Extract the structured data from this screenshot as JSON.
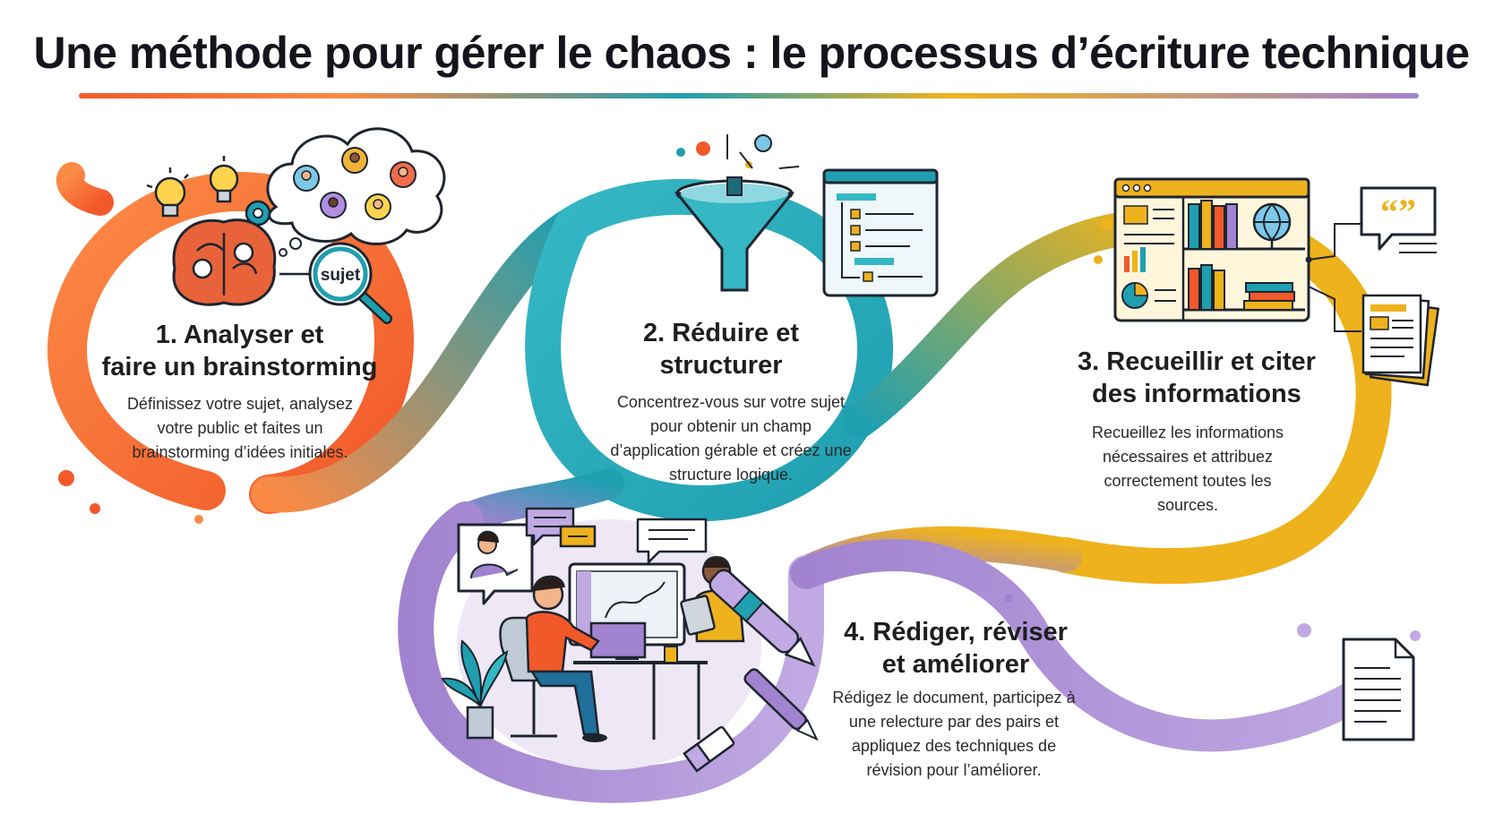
{
  "title": "Une méthode pour gérer le chaos : le processus d’écriture technique",
  "colors": {
    "orange": "#f2592a",
    "orange_light": "#fb8a45",
    "teal": "#1f9fb0",
    "teal_light": "#36b7c4",
    "yellow": "#eeb21d",
    "purple": "#a183cf",
    "purple_light": "#c1aae3",
    "ink": "#1e2530"
  },
  "steps": [
    {
      "heading_lines": [
        "1. Analyser et",
        "faire un brainstorming"
      ],
      "body": "Définissez votre sujet, analysez votre public et faites un brainstorming d’idées initiales.",
      "color": "orange",
      "illustration_label": "sujet",
      "icons": [
        "lightbulb-icon",
        "gear-icon",
        "brain-icon",
        "thought-cloud-icon",
        "magnifier-icon",
        "person-icon"
      ]
    },
    {
      "heading_lines": [
        "2. Réduire et",
        "structurer"
      ],
      "body": "Concentrez-vous sur votre sujet pour obtenir un champ d’application gérable et créez une structure logique.",
      "color": "teal",
      "icons": [
        "funnel-icon",
        "outline-document-icon"
      ]
    },
    {
      "heading_lines": [
        "3. Recueillir et citer",
        "des informations"
      ],
      "body": "Recueillez les informations nécessaires et attribuez correctement toutes les sources.",
      "color": "yellow",
      "illustration_label": "“”",
      "icons": [
        "browser-window-icon",
        "bookshelf-icon",
        "globe-icon",
        "quote-bubble-icon",
        "papers-icon"
      ]
    },
    {
      "heading_lines": [
        "4. Rédiger, réviser",
        "et améliorer"
      ],
      "body": "Rédigez le document, participez à une relecture par des pairs et appliquez des techniques de révision pour l’améliorer.",
      "color": "purple",
      "icons": [
        "writer-at-desk-icon",
        "monitor-icon",
        "video-call-icon",
        "chat-bubble-icon",
        "pen-icon",
        "eraser-icon",
        "document-icon",
        "plant-icon"
      ]
    }
  ]
}
